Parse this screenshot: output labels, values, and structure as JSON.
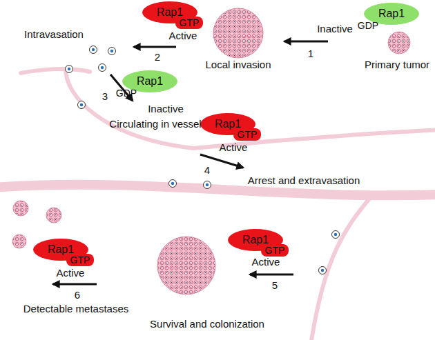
{
  "diagram": {
    "nodes": [
      {
        "text": [
          "Rap1",
          "GTP"
        ]
      },
      {
        "text": [
          "Rap1",
          "GDP"
        ]
      },
      {
        "text": [
          "Rap1",
          "GDP"
        ]
      },
      {
        "text": [
          "Rap1",
          "GTP"
        ]
      },
      {
        "text": [
          "Rap1",
          "GTP"
        ]
      },
      {
        "text": [
          "Rap1",
          "GTP"
        ]
      }
    ],
    "labels": [
      "Intravasation",
      "Active",
      "2",
      "Local invasion",
      "Inactive",
      "1",
      "Primary tumor",
      "Inactive",
      "3",
      "Circulating in vessel",
      "Active",
      "4",
      "Arrest and extravasation",
      "Active",
      "Active",
      "6",
      "5",
      "Detectable metastases",
      "Survival and colonization"
    ]
  }
}
